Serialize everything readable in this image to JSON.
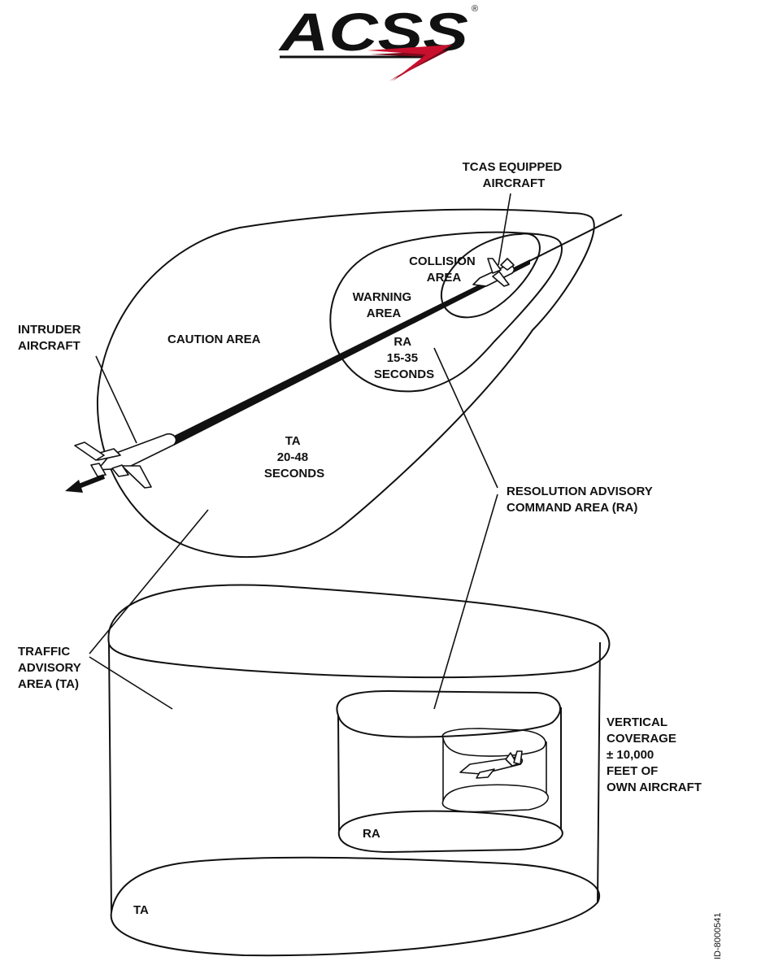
{
  "logo": {
    "text": "ACSS",
    "registered_mark": "®",
    "colors": {
      "text": "#111111",
      "swoosh": "#c8102e",
      "swoosh_shadow": "#7a0a1c"
    }
  },
  "labels": {
    "tcas": [
      "TCAS EQUIPPED",
      "AIRCRAFT"
    ],
    "collision": [
      "COLLISION",
      "AREA"
    ],
    "warning": [
      "WARNING",
      "AREA"
    ],
    "ra_time": [
      "RA",
      "15-35",
      "SECONDS"
    ],
    "intruder": [
      "INTRUDER",
      "AIRCRAFT"
    ],
    "caution": "CAUTION AREA",
    "ta_time": [
      "TA",
      "20-48",
      "SECONDS"
    ],
    "resolution": [
      "RESOLUTION ADVISORY",
      "COMMAND AREA (RA)"
    ],
    "traffic": [
      "TRAFFIC",
      "ADVISORY",
      "AREA (TA)"
    ],
    "vertical": [
      "VERTICAL",
      "COVERAGE",
      "± 10,000",
      "FEET OF",
      "OWN AIRCRAFT"
    ],
    "ra_base": "RA",
    "ta_base": "TA",
    "doc_id": "ID-8000541"
  }
}
